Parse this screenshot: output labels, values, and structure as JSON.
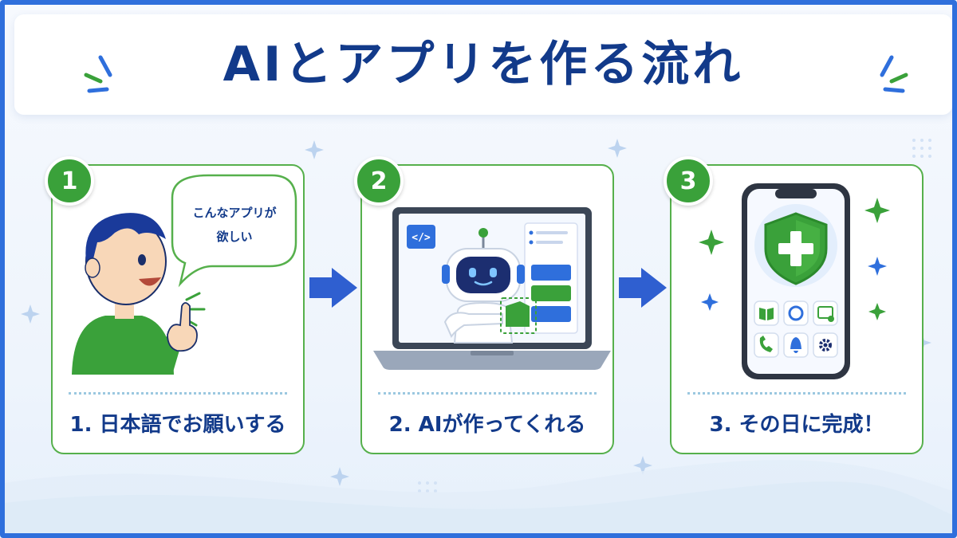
{
  "title": "AIとアプリを作る流れ",
  "colors": {
    "navy": "#123a8a",
    "green": "#3aa13a",
    "blue": "#2f6fdc",
    "card_border": "#56b04c"
  },
  "steps": [
    {
      "number": "1",
      "caption": "1. 日本語でお願いする",
      "speech_line1": "こんなアプリが",
      "speech_line2": "欲しい",
      "icon": "person-pointing-icon"
    },
    {
      "number": "2",
      "caption": "2. AIが作ってくれる",
      "code_tag": "</>",
      "icon": "robot-laptop-icon"
    },
    {
      "number": "3",
      "caption": "3. その日に完成！",
      "icon": "smartphone-shield-icon"
    }
  ],
  "arrows": [
    "arrow-right-icon",
    "arrow-right-icon"
  ]
}
